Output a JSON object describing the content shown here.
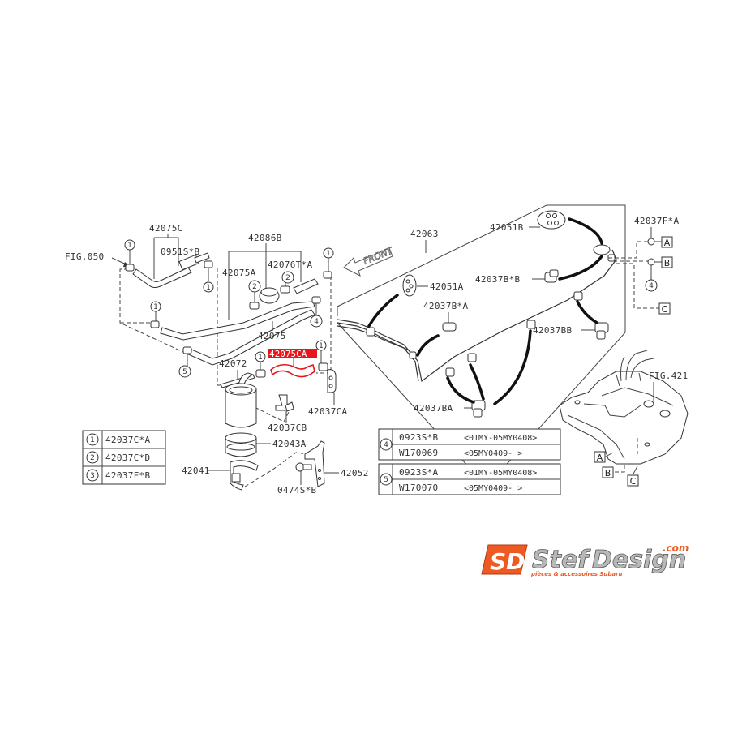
{
  "diagram": {
    "type": "parts-exploded-diagram",
    "subject": "Fuel piping / fuel filter",
    "highlight_color": "#e8161b",
    "highlighted_part": "42075CA",
    "direction_arrow": "FRONT",
    "references": {
      "fig050": "FIG.050",
      "fig421": "FIG.421"
    },
    "part_labels": {
      "p42075C": "42075C",
      "p0951SB": "0951S*B",
      "p42086B": "42086B",
      "p42075A": "42075A",
      "p42076TA": "42076T*A",
      "p42075": "42075",
      "p42075CA": "42075CA",
      "p42072": "42072",
      "p42037CA": "42037CA",
      "p42037CB": "42037CB",
      "p42043A": "42043A",
      "p42041": "42041",
      "p42052": "42052",
      "p0474SB": "0474S*B",
      "p42063": "42063",
      "p42051B": "42051B",
      "p42051A": "42051A",
      "p42037BB_star": "42037B*B",
      "p42037BA_star": "42037B*A",
      "p42037BB": "42037BB",
      "p42037BA": "42037BA",
      "p42037FA": "42037F*A"
    },
    "connectors": {
      "a": "A",
      "b": "B",
      "c": "C"
    },
    "callout_numbers": [
      "1",
      "2",
      "3",
      "4",
      "5"
    ]
  },
  "legend_left": {
    "rows": [
      {
        "num": "1",
        "part": "42037C*A"
      },
      {
        "num": "2",
        "part": "42037C*D"
      },
      {
        "num": "3",
        "part": "42037F*B"
      }
    ]
  },
  "legend_right": {
    "groups": [
      {
        "num": "4",
        "rows": [
          {
            "part": "0923S*B",
            "range": "<01MY-05MY0408>"
          },
          {
            "part": "W170069",
            "range": "<05MY0409-     >"
          }
        ]
      },
      {
        "num": "5",
        "rows": [
          {
            "part": "0923S*A",
            "range": "<01MY-05MY0408>"
          },
          {
            "part": "W170070",
            "range": "<05MY0409-     >"
          }
        ]
      }
    ]
  },
  "logo": {
    "mark": "SD",
    "name_part1": "Stef",
    "name_part2": "Design",
    "domain": ".com",
    "tagline": "pièces & accessoires Subaru",
    "brand_color": "#ee5a22"
  }
}
